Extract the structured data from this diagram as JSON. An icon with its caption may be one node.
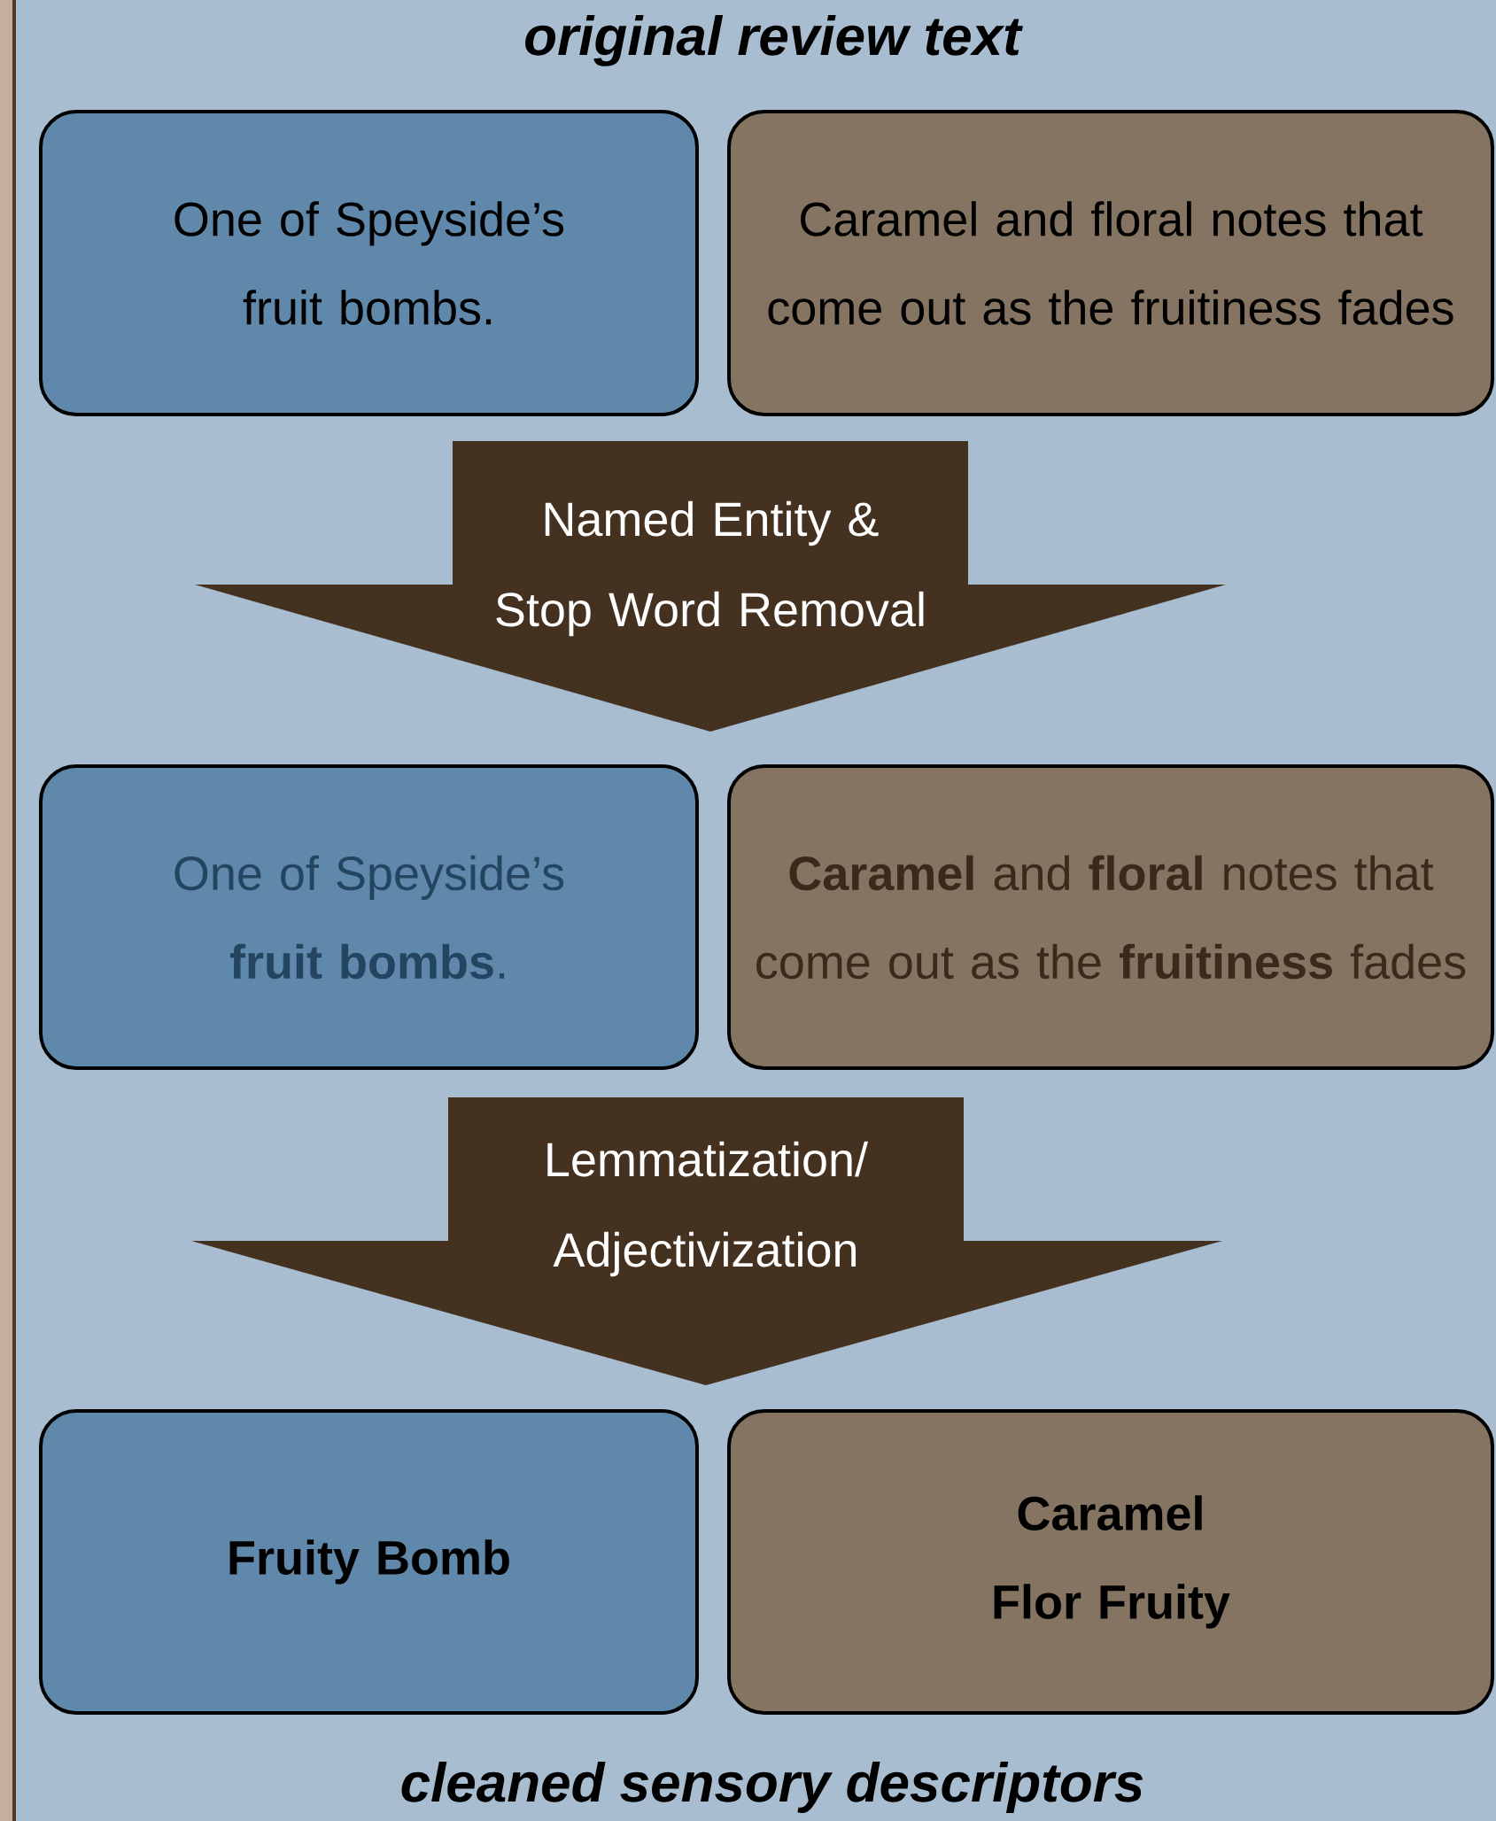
{
  "diagram": {
    "title": "original review text",
    "caption": "cleaned sensory descriptors",
    "nodes": [
      {
        "text": [
          "One of Speyside’s fruit bombs."
        ]
      },
      {
        "text": [
          "Caramel and floral notes that come out as the fruitiness fades"
        ]
      },
      {
        "text": [
          "Named Entity & Stop Word Removal"
        ]
      },
      {
        "text": [
          "One of Speyside’s **fruit bombs**."
        ]
      },
      {
        "text": [
          "**Caramel** and **floral** notes that come out as the **fruitiness** fades"
        ]
      },
      {
        "text": [
          "Lemmatization/ Adjectivization"
        ]
      },
      {
        "text": [
          "Fruity Bomb"
        ]
      },
      {
        "text": [
          "Caramel Flor Fruity"
        ]
      }
    ]
  }
}
